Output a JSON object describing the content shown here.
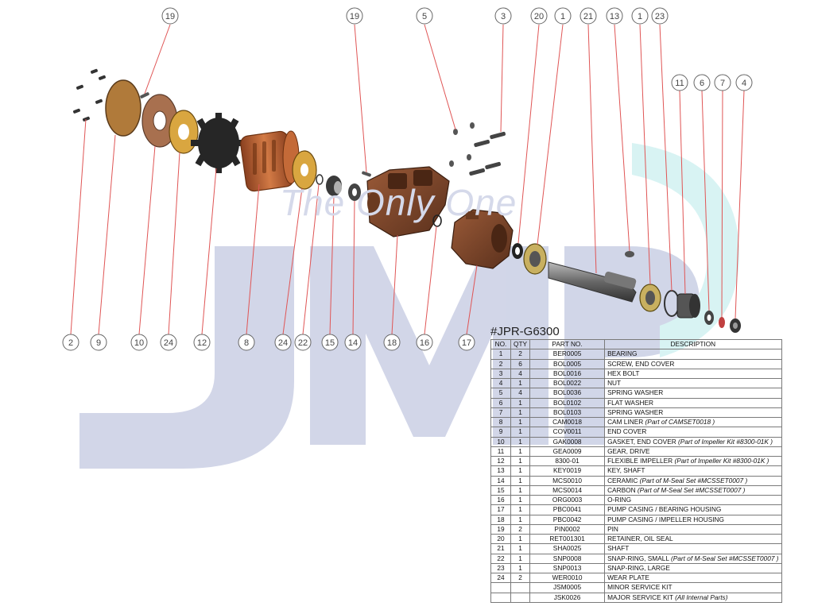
{
  "watermark": {
    "brand": "JMP",
    "tagline": "The Only One"
  },
  "model": "#JPR-G6300",
  "callouts": {
    "top": [
      "19",
      "19",
      "5",
      "3",
      "20",
      "1",
      "21",
      "13",
      "1",
      "23",
      "11",
      "6",
      "7",
      "4"
    ],
    "bottom": [
      "2",
      "9",
      "10",
      "24",
      "12",
      "8",
      "24",
      "22",
      "15",
      "14",
      "18",
      "16",
      "17"
    ]
  },
  "table": {
    "headers": [
      "NO.",
      "QTY",
      "PART NO.",
      "DESCRIPTION"
    ],
    "rows": [
      {
        "no": "1",
        "qty": "2",
        "part": "BER0005",
        "desc": "BEARING",
        "note": ""
      },
      {
        "no": "2",
        "qty": "6",
        "part": "BOL0005",
        "desc": "SCREW, END COVER",
        "note": ""
      },
      {
        "no": "3",
        "qty": "4",
        "part": "BOL0016",
        "desc": "HEX BOLT",
        "note": ""
      },
      {
        "no": "4",
        "qty": "1",
        "part": "BOL0022",
        "desc": "NUT",
        "note": ""
      },
      {
        "no": "5",
        "qty": "4",
        "part": "BOL0036",
        "desc": "SPRING WASHER",
        "note": ""
      },
      {
        "no": "6",
        "qty": "1",
        "part": "BOL0102",
        "desc": "FLAT WASHER",
        "note": ""
      },
      {
        "no": "7",
        "qty": "1",
        "part": "BOL0103",
        "desc": "SPRING WASHER",
        "note": ""
      },
      {
        "no": "8",
        "qty": "1",
        "part": "CAM0018",
        "desc": "CAM LINER ",
        "note": "(Part of CAMSET0018 )"
      },
      {
        "no": "9",
        "qty": "1",
        "part": "COV0011",
        "desc": "END COVER",
        "note": ""
      },
      {
        "no": "10",
        "qty": "1",
        "part": "GAK0008",
        "desc": "GASKET, END COVER ",
        "note": "(Part of Impeller Kit #8300-01K )"
      },
      {
        "no": "11",
        "qty": "1",
        "part": "GEA0009",
        "desc": "GEAR, DRIVE",
        "note": ""
      },
      {
        "no": "12",
        "qty": "1",
        "part": "8300-01",
        "desc": "FLEXIBLE IMPELLER ",
        "note": "(Part of Impeller Kit #8300-01K )"
      },
      {
        "no": "13",
        "qty": "1",
        "part": "KEY0019",
        "desc": "KEY, SHAFT",
        "note": ""
      },
      {
        "no": "14",
        "qty": "1",
        "part": "MCS0010",
        "desc": "CERAMIC ",
        "note": "(Part of M-Seal Set #MCSSET0007 )"
      },
      {
        "no": "15",
        "qty": "1",
        "part": "MCS0014",
        "desc": "CARBON ",
        "note": "(Part of M-Seal Set #MCSSET0007 )"
      },
      {
        "no": "16",
        "qty": "1",
        "part": "ORG0003",
        "desc": "O-RING",
        "note": ""
      },
      {
        "no": "17",
        "qty": "1",
        "part": "PBC0041",
        "desc": "PUMP CASING / BEARING HOUSING",
        "note": ""
      },
      {
        "no": "18",
        "qty": "1",
        "part": "PBC0042",
        "desc": "PUMP CASING / IMPELLER HOUSING",
        "note": ""
      },
      {
        "no": "19",
        "qty": "2",
        "part": "PIN0002",
        "desc": "PIN",
        "note": ""
      },
      {
        "no": "20",
        "qty": "1",
        "part": "RET001301",
        "desc": "RETAINER, OIL SEAL",
        "note": ""
      },
      {
        "no": "21",
        "qty": "1",
        "part": "SHA0025",
        "desc": "SHAFT",
        "note": ""
      },
      {
        "no": "22",
        "qty": "1",
        "part": "SNP0008",
        "desc": "SNAP-RING, SMALL ",
        "note": "(Part of M-Seal Set #MCSSET0007 )"
      },
      {
        "no": "23",
        "qty": "1",
        "part": "SNP0013",
        "desc": "SNAP-RING, LARGE",
        "note": ""
      },
      {
        "no": "24",
        "qty": "2",
        "part": "WER0010",
        "desc": "WEAR PLATE",
        "note": ""
      },
      {
        "no": "",
        "qty": "",
        "part": "JSM0005",
        "desc": "MINOR SERVICE KIT",
        "note": ""
      },
      {
        "no": "",
        "qty": "",
        "part": "JSK0026",
        "desc": "MAJOR SERVICE KIT ",
        "note": "(All Internal Parts)"
      }
    ]
  },
  "colors": {
    "watermark": "#c8cde2",
    "watermark_cyan": "#d4f2f2",
    "copper": "#b8602f",
    "bronze": "#7a4528",
    "gasket": "#a0684a",
    "rubber": "#2a2a2a",
    "callout_line": "#e05555",
    "callout_circle": "#666666"
  }
}
